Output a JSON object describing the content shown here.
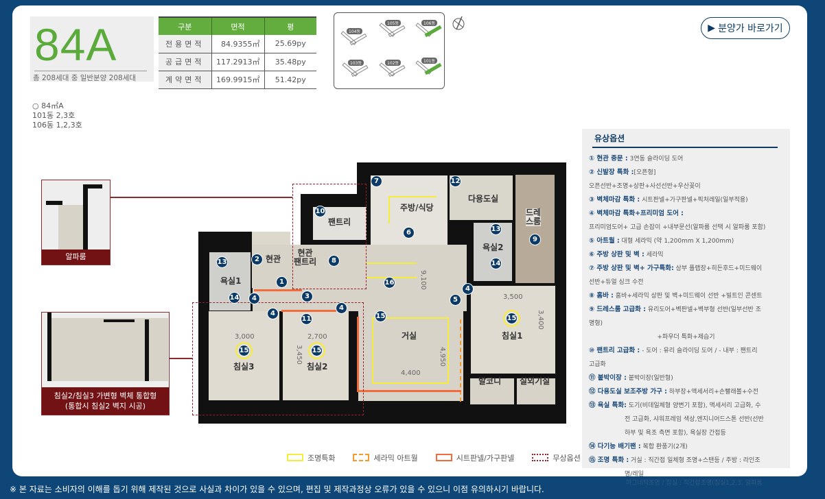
{
  "unit_type": {
    "name": "84A",
    "households": "총 208세대  중 일반분양 208세대"
  },
  "area_table": {
    "headers": [
      "구분",
      "면적",
      "평"
    ],
    "rows": [
      {
        "label": "전용면적",
        "area": "84.9355㎡",
        "py": "25.69py"
      },
      {
        "label": "공급면적",
        "area": "117.2913㎡",
        "py": "35.48py"
      },
      {
        "label": "계약면적",
        "area": "169.9915㎡",
        "py": "51.42py"
      }
    ]
  },
  "unit_info": [
    "○  84㎡A",
    "101동  2,3호",
    "106동  1,2,3호"
  ],
  "keymap": {
    "buildings": [
      {
        "label": "104동",
        "highlight": false
      },
      {
        "label": "105동",
        "highlight": false
      },
      {
        "label": "106동",
        "highlight": true
      },
      {
        "label": "103동",
        "highlight": false
      },
      {
        "label": "102동",
        "highlight": false
      },
      {
        "label": "101동",
        "highlight": true
      }
    ],
    "compass_icon": "north-compass-icon",
    "highlight_color": "#5bab3c"
  },
  "go_button": {
    "icon": "play-triangle-icon",
    "label": "분양가 바로가기"
  },
  "insets": {
    "alpha_room": "알파룸",
    "bedroom_merge_line1": "침실2/침실3 가변형 벽체 통합형",
    "bedroom_merge_line2": "(통합시 침실2 벽지 시공)"
  },
  "rooms": {
    "entrance": "현관",
    "entrance_pantry_1": "현관",
    "entrance_pantry_2": "팬트리",
    "pantry": "팬트리",
    "kitchen": "주방/식당",
    "utility": "다용도실",
    "dress_1": "드레",
    "dress_2": "스룸",
    "bath2": "욕실2",
    "bath1": "욕실1",
    "living": "거실",
    "bed1": "침실1",
    "bed2": "침실2",
    "bed3": "침실3",
    "balcony": "발코니",
    "ac_room": "실외기실"
  },
  "dimensions": {
    "total_depth": "9,100",
    "living_depth": "4,950",
    "living_width": "4,400",
    "bed1_width": "3,500",
    "bed1_depth": "3,400",
    "bed3_width": "3,000",
    "bed2_width": "2,700",
    "bed2_depth": "3,450"
  },
  "markers": {
    "m1": "1",
    "m2": "2",
    "m3": "3",
    "m4": "4",
    "m5": "5",
    "m6": "6",
    "m7": "7",
    "m8": "8",
    "m9": "9",
    "m10": "10",
    "m11": "11",
    "m12": "12",
    "m13": "13",
    "m14": "14",
    "m15": "15",
    "m16": "16"
  },
  "legend": [
    {
      "label": "조명특화",
      "color": "#f6ec3a",
      "style": "solid"
    },
    {
      "label": "세라믹 아트월",
      "color": "#f39a2a",
      "style": "dashed"
    },
    {
      "label": "시트판넬/가구판넬",
      "color": "#f26b3a",
      "style": "solid"
    },
    {
      "label": "무상옵션",
      "color": "#9b1c24",
      "style": "dotted"
    }
  ],
  "options": {
    "title": "유상옵션",
    "items": [
      {
        "head": "① 현관 중문 :",
        "text": " 3연동 슬라이딩 도어"
      },
      {
        "head": "② 신발장 특화 :",
        "text": "[오픈형]",
        "cont": "오픈선반+조명+상판+사선선반+우산꽂이"
      },
      {
        "head": "③ 벽체마감 특화 :",
        "text": " 시트판넬+가구판넬+픽처레일(일부적용)"
      },
      {
        "head": "④ 벽체마감 특화+프리미엄 도어 :",
        "text": "",
        "cont": "프리미엄도어+ 고급 손잡이 +내부문선(알파룸 선택 시 알파룸 포함)"
      },
      {
        "head": "⑤ 아트월 :",
        "text": " 대형 세라믹 (약 1,200mm X 1,200mm)"
      },
      {
        "head": "⑥ 주방 상판 및 벽 :",
        "text": " 세라믹"
      },
      {
        "head": "⑦ 주방 상판 및 벽+ 가구특화:",
        "text": " 상부 플랩장+히든후드+미드웨이",
        "cont": "선반+듀얼 싱크 수전"
      },
      {
        "head": "⑧ 홈바 :",
        "text": " 홈바+세라믹 상판 및 벽+미드웨이 선반 +빌트인 콘센트"
      },
      {
        "head": "⑨ 드레스룸 고급화 :",
        "text": " 유리도어+벽판넬+벽부형 선반(일부선반 조",
        "cont": "명형)",
        "center": "+파우더 특화+제습기"
      },
      {
        "head": "⑩ 팬트리 고급화 :",
        "text": " - 도어 : 유리 슬라이딩 도어 / - 내부 : 팬트리",
        "cont": "고급화"
      },
      {
        "head": "⑪ 붙박이장 :",
        "text": " 붙박이장(일반형)"
      },
      {
        "head": "⑫ 다용도실 보조주방 가구 :",
        "text": " 하부장+액세서리+손빨래볼+수전"
      },
      {
        "head": "⑬ 욕실 특화:",
        "text": " 도기(비데일체형 양변기 포함), 액세서리 고급화, 수",
        "ind": [
          "전 고급화, 샤워프레임 색상,엔지니어드스톤 선반(선반",
          "하부 및 욕조 측면 포함), 욕실장 간접등"
        ]
      },
      {
        "head": "⑭ 다기능 배기팬 :",
        "text": " 복합 환풍기(2개)"
      },
      {
        "head": "⑮ 조명 특화 :",
        "text": " 거실 : 직간접 일체형 조명+스탠등  / 주방 : 라인조",
        "ind": [
          "명/레일"
        ]
      }
    ],
    "overflow": "마그네틱조명  / 침실 : 직간접조명(침실1,2,3, 알파룸"
  },
  "footer_note": "※ 본 자료는 소비자의 이해를 돕기 위해 제작된 것으로 사실과 차이가 있을 수 있으며, 편집 및 제작과정상 오류가 있을 수 있으니 이점 유의하시기 바랍니다."
}
